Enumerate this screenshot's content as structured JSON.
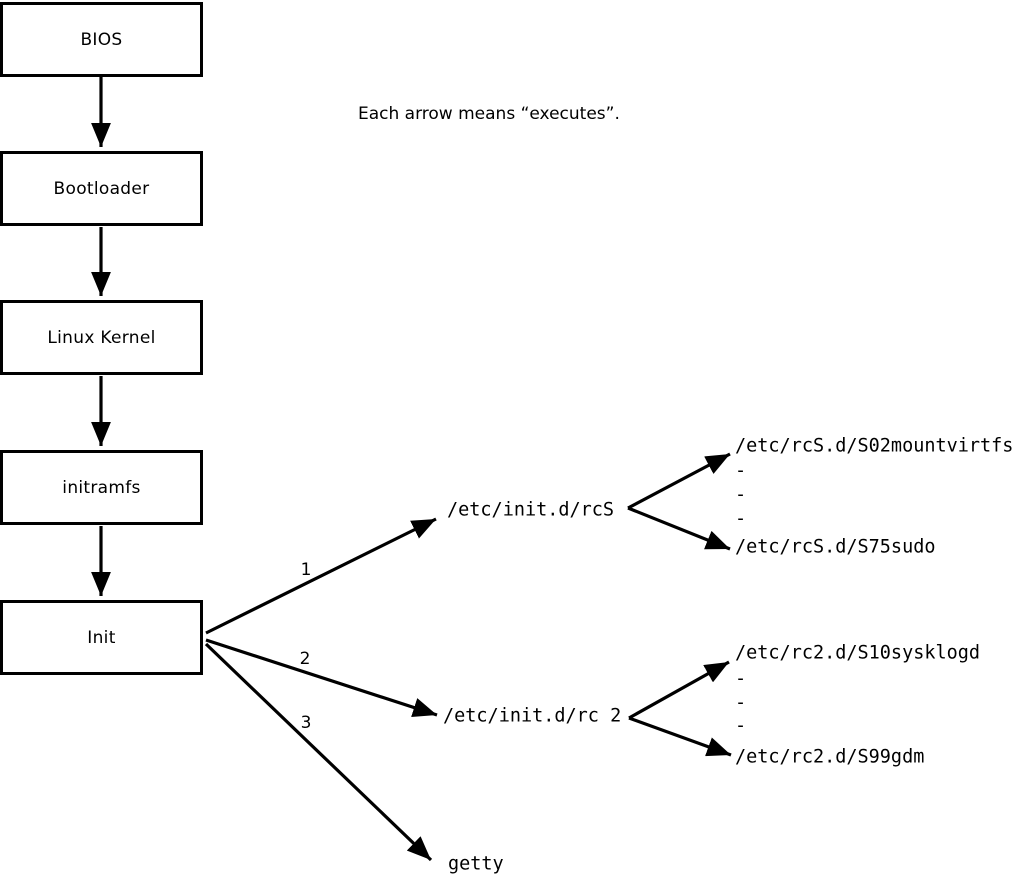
{
  "note": "Each arrow means “executes”.",
  "boxes": [
    {
      "id": "bios",
      "label": "BIOS"
    },
    {
      "id": "bootloader",
      "label": "Bootloader"
    },
    {
      "id": "linux-kernel",
      "label": "Linux Kernel"
    },
    {
      "id": "initramfs",
      "label": "initramfs"
    },
    {
      "id": "init",
      "label": "Init"
    }
  ],
  "arrow_labels": {
    "one": "1",
    "two": "2",
    "three": "3"
  },
  "targets": {
    "rcS_script": "/etc/init.d/rcS",
    "rc2_script": "/etc/init.d/rc 2",
    "getty": "getty",
    "rcS_first": "/etc/rcS.d/S02mountvirtfs",
    "rcS_last": "/etc/rcS.d/S75sudo",
    "rc2_first": "/etc/rc2.d/S10sysklogd",
    "rc2_last": "/etc/rc2.d/S99gdm",
    "ellipsis": [
      "-",
      "-",
      "-"
    ]
  },
  "colors": {
    "line": "#000000",
    "background": "#ffffff"
  }
}
